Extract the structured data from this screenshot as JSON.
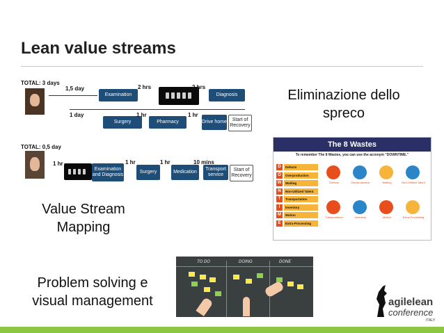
{
  "slide": {
    "title": "Lean value streams"
  },
  "vsm_top": {
    "total": "TOTAL: 3 days",
    "t1": "1,5 day",
    "t2": "2 hrs",
    "t3": "2 hrs",
    "t4": "1 day",
    "t5": "1 hr",
    "t6": "1 hr",
    "examination": "Examination",
    "diagnosis": "Diagnosis",
    "surgery": "Surgery",
    "pharmacy": "Pharmacy",
    "drive_home": "Drive home",
    "start_recovery": "Start of Recovery"
  },
  "vsm_bottom": {
    "total": "TOTAL: 0,5 day",
    "t1": "1 hr",
    "t2": "1 hr",
    "t3": "1 hr",
    "t4": "10 mins",
    "exam_diag": "Examination and Diagnosis",
    "surgery": "Surgery",
    "medication": "Medication",
    "transport": "Transport service",
    "start_recovery": "Start of Recovery"
  },
  "captions": {
    "eliminazione": "Eliminazione dello spreco",
    "vsm": "Value Stream Mapping",
    "problem": "Problem solving e visual management"
  },
  "wastes": {
    "heading": "The 8 Wastes",
    "subtitle": "To remember The 8 Wastes, you can use the acronym \"DOWNTIME.\"",
    "items": [
      {
        "letter": "D",
        "name": "Defects"
      },
      {
        "letter": "O",
        "name": "Overproduction"
      },
      {
        "letter": "W",
        "name": "Waiting"
      },
      {
        "letter": "N",
        "name": "Non-Utilized Talent"
      },
      {
        "letter": "T",
        "name": "Transportation"
      },
      {
        "letter": "I",
        "name": "Inventory"
      },
      {
        "letter": "M",
        "name": "Motion"
      },
      {
        "letter": "E",
        "name": "Extra-Processing"
      }
    ],
    "icon_labels": [
      "Defects",
      "Overproduction",
      "Waiting",
      "Non-Utilized Talent",
      "Transportation",
      "Inventory",
      "Motion",
      "Extra-Processing"
    ],
    "colors": {
      "header": "#2a2f66",
      "letter": "#e84e1b",
      "name": "#f6b53a"
    }
  },
  "board": {
    "todo": "TO DO",
    "doing": "DOING",
    "done": "DONE"
  },
  "logo": {
    "line1": "agilelean",
    "line2": "conference",
    "line3": "ITALY"
  }
}
